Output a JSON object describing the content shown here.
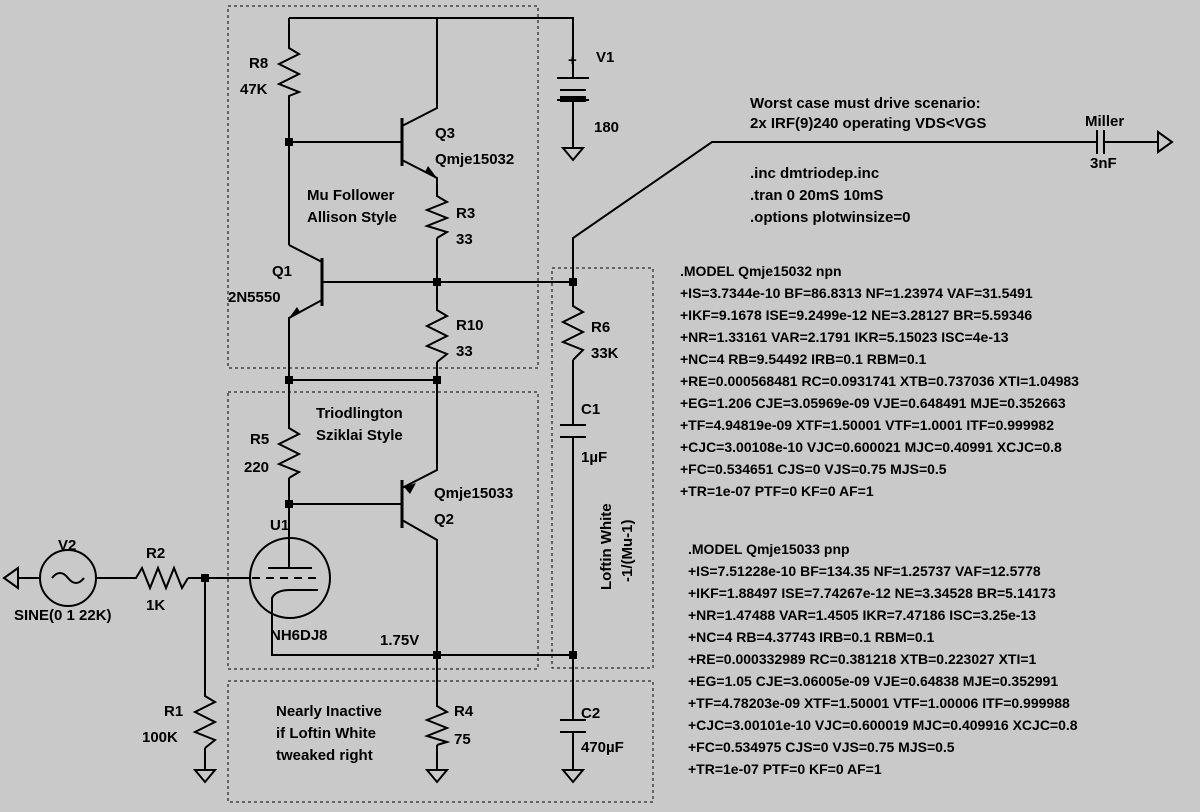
{
  "components": {
    "r8": {
      "ref": "R8",
      "value": "47K"
    },
    "q3": {
      "ref": "Q3",
      "model": "Qmje15032"
    },
    "v1": {
      "ref": "V1",
      "value": "180",
      "polarity": "+"
    },
    "r3": {
      "ref": "R3",
      "value": "33"
    },
    "q1": {
      "ref": "Q1",
      "model": "2N5550"
    },
    "r10": {
      "ref": "R10",
      "value": "33"
    },
    "r5": {
      "ref": "R5",
      "value": "220"
    },
    "q2": {
      "ref": "Q2",
      "model": "Qmje15033"
    },
    "u1": {
      "ref": "U1",
      "model": "NH6DJ8"
    },
    "v2": {
      "ref": "V2",
      "value": "SINE(0 1 22K)"
    },
    "r2": {
      "ref": "R2",
      "value": "1K"
    },
    "r1": {
      "ref": "R1",
      "value": "100K"
    },
    "r4": {
      "ref": "R4",
      "value": "75"
    },
    "r6": {
      "ref": "R6",
      "value": "33K"
    },
    "c1": {
      "ref": "C1",
      "value": "1µF"
    },
    "c2": {
      "ref": "C2",
      "value": "470µF"
    },
    "miller": {
      "ref": "Miller",
      "value": "3nF"
    }
  },
  "node_labels": {
    "cathode_voltage": "1.75V"
  },
  "notes": {
    "mu_follower": [
      "Mu Follower",
      "Allison Style"
    ],
    "triodlington": [
      "Triodlington",
      "Sziklai Style"
    ],
    "nearly_inactive": [
      "Nearly Inactive",
      "if Loftin White",
      "tweaked right"
    ],
    "loftin_white": [
      "Loftin White",
      "-1/(Mu-1)"
    ],
    "worst_case": [
      "Worst case must drive scenario:",
      "2x IRF(9)240 operating VDS<VGS"
    ],
    "directives": [
      ".inc dmtriodep.inc",
      ".tran 0 20mS 10mS",
      ".options plotwinsize=0"
    ]
  },
  "models": {
    "npn": [
      ".MODEL Qmje15032 npn",
      "+IS=3.7344e-10 BF=86.8313 NF=1.23974 VAF=31.5491",
      "+IKF=9.1678 ISE=9.2499e-12 NE=3.28127 BR=5.59346",
      "+NR=1.33161 VAR=2.1791 IKR=5.15023 ISC=4e-13",
      "+NC=4 RB=9.54492 IRB=0.1 RBM=0.1",
      "+RE=0.000568481 RC=0.0931741 XTB=0.737036 XTI=1.04983",
      "+EG=1.206 CJE=3.05969e-09 VJE=0.648491 MJE=0.352663",
      "+TF=4.94819e-09 XTF=1.50001 VTF=1.0001 ITF=0.999982",
      "+CJC=3.00108e-10 VJC=0.600021 MJC=0.40991 XCJC=0.8",
      "+FC=0.534651 CJS=0 VJS=0.75 MJS=0.5",
      "+TR=1e-07 PTF=0 KF=0 AF=1"
    ],
    "pnp": [
      ".MODEL Qmje15033 pnp",
      "+IS=7.51228e-10 BF=134.35 NF=1.25737 VAF=12.5778",
      "+IKF=1.88497 ISE=7.74267e-12 NE=3.34528 BR=5.14173",
      "+NR=1.47488 VAR=1.4505 IKR=7.47186 ISC=3.25e-13",
      "+NC=4 RB=4.37743 IRB=0.1 RBM=0.1",
      "+RE=0.000332989 RC=0.381218 XTB=0.223027 XTI=1",
      "+EG=1.05 CJE=3.06005e-09 VJE=0.64838 MJE=0.352991",
      "+TF=4.78203e-09 XTF=1.50001 VTF=1.00006 ITF=0.999988",
      "+CJC=3.00101e-10 VJC=0.600019 MJC=0.409916 XCJC=0.8",
      "+FC=0.534975 CJS=0 VJS=0.75 MJS=0.5",
      "+TR=1e-07 PTF=0 KF=0 AF=1"
    ]
  }
}
